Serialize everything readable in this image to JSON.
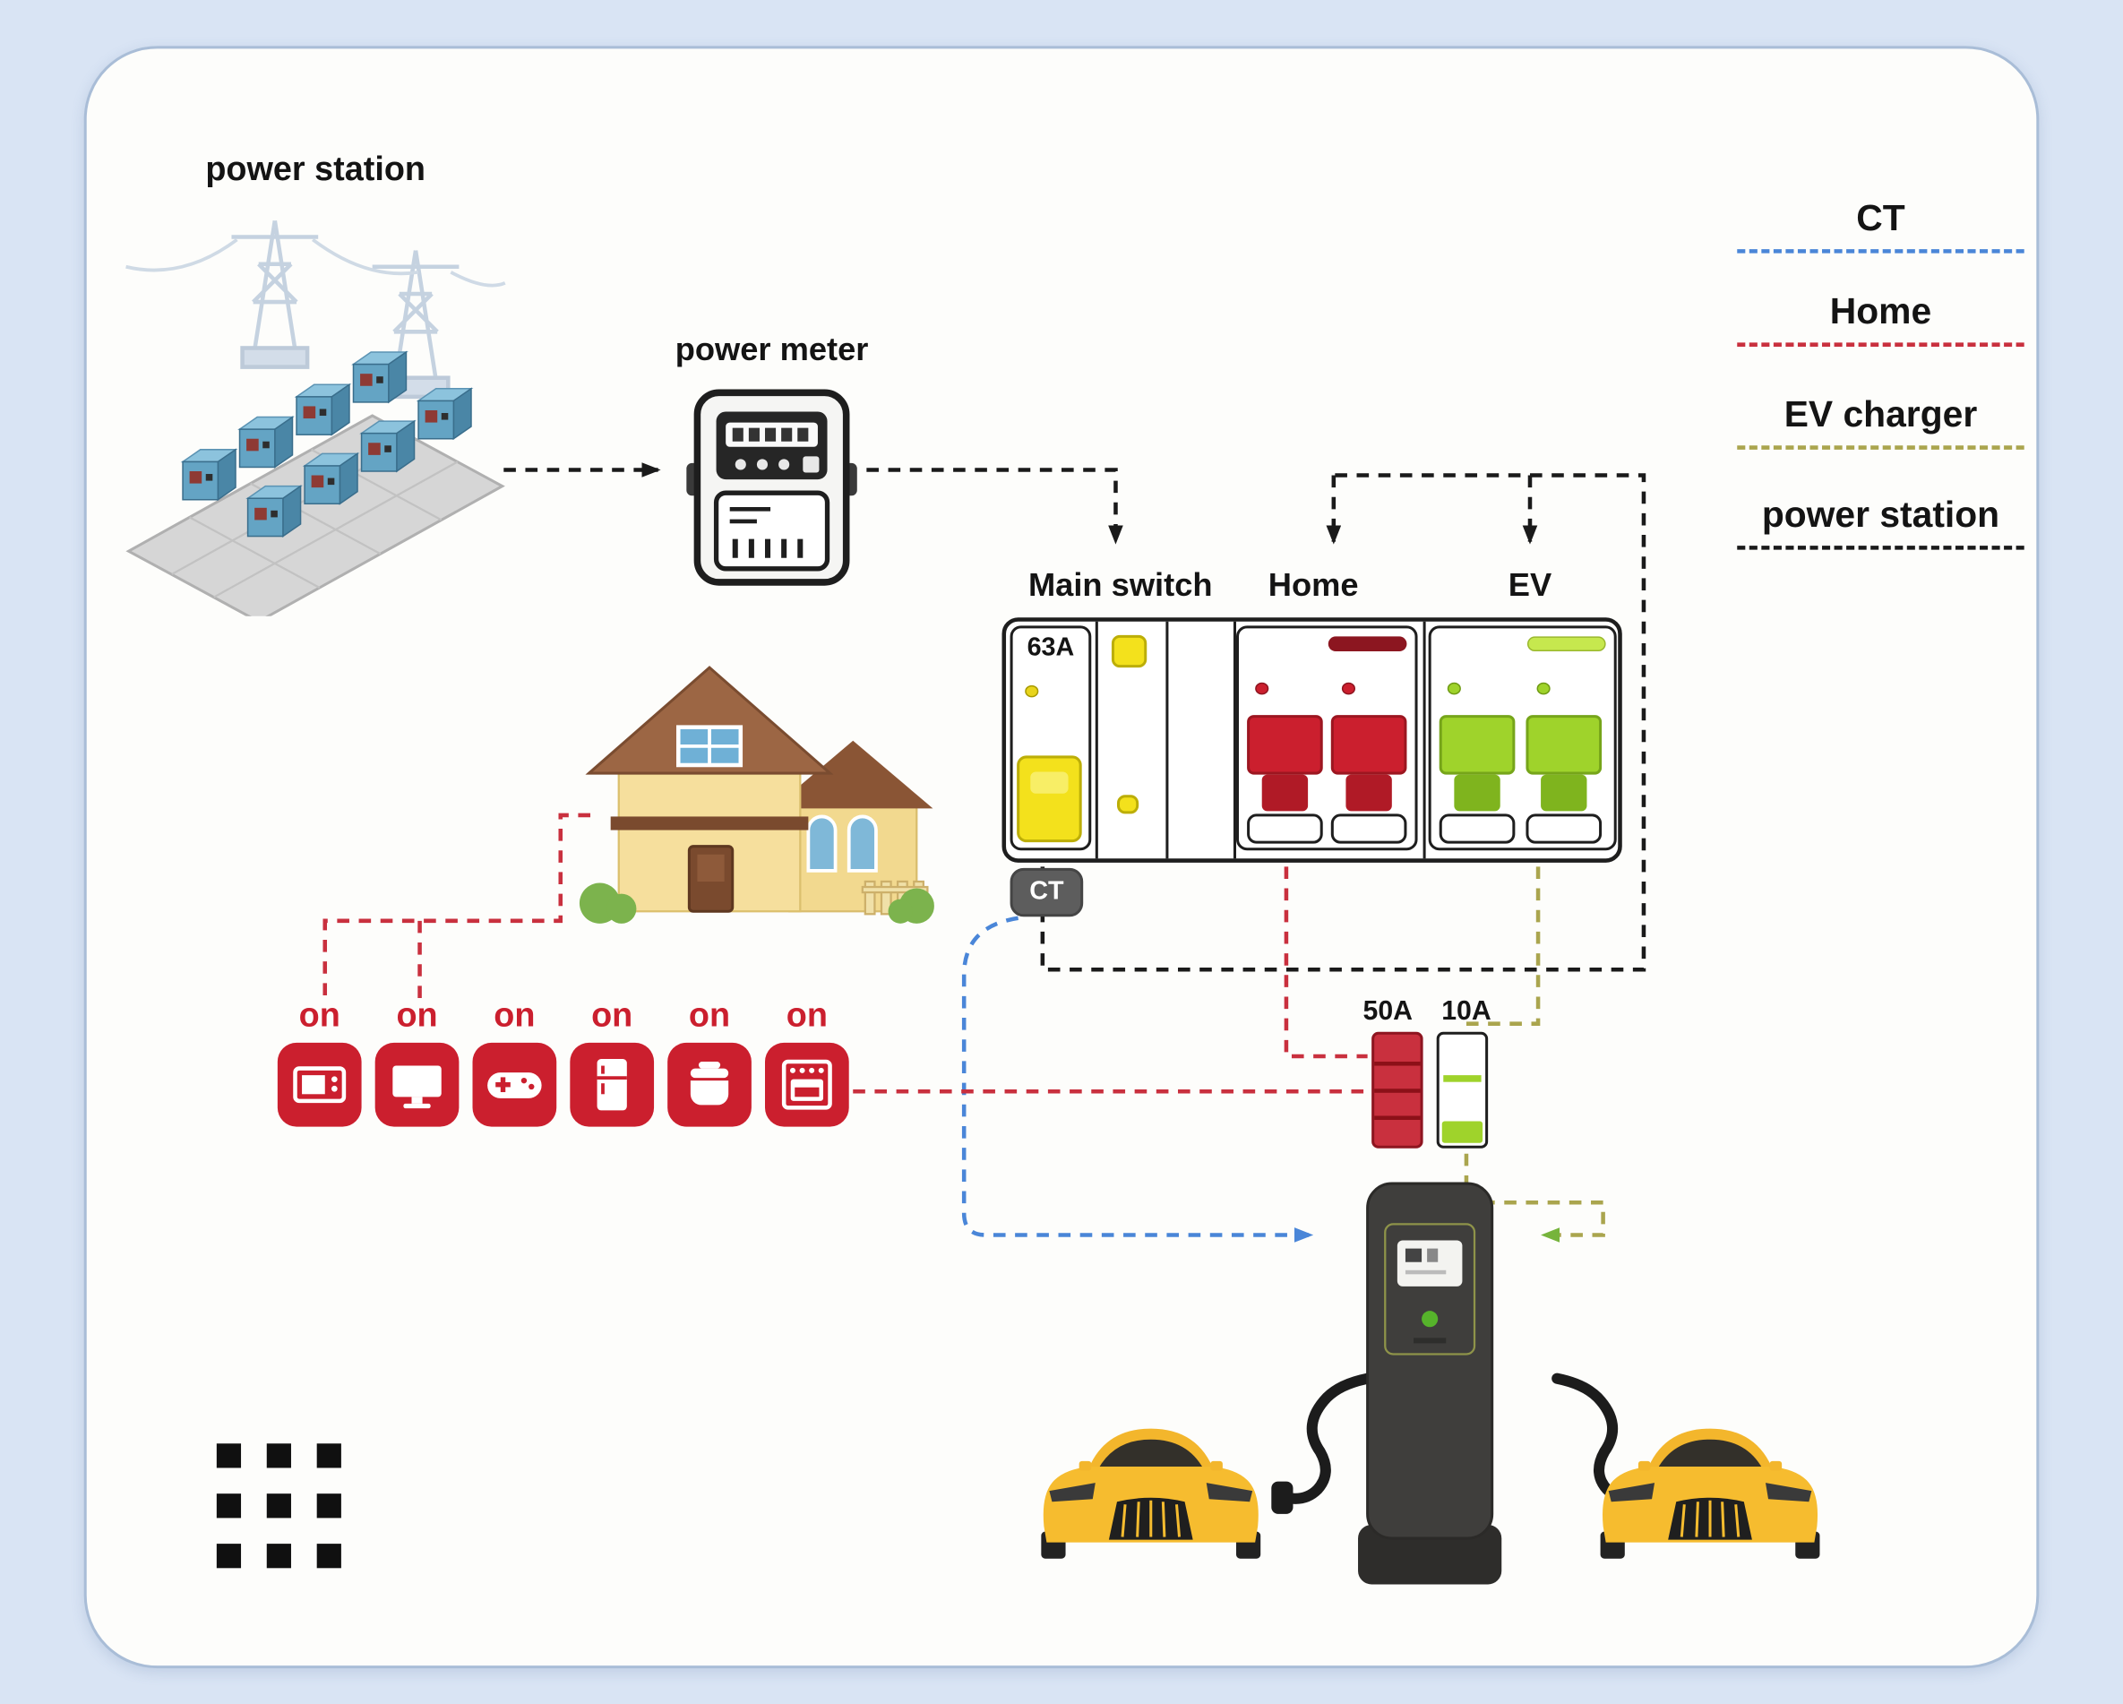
{
  "scene": {
    "bg": "#d9e4f4",
    "card_bg": "#fdfdfb",
    "card_border": "#a9bdd7"
  },
  "colors": {
    "ct": "#4a86d8",
    "home": "#c9303e",
    "ev_charger": "#aaa54e",
    "power_station": "#1a1a1a",
    "arrow_green": "#76b43c",
    "switch_yellow": "#f3e11c",
    "ev_green": "#9fd32b",
    "breaker_red": "#cb1f2e"
  },
  "labels": {
    "power_station": "power station",
    "power_meter": "power meter",
    "main_switch": "Main switch",
    "home": "Home",
    "ev": "EV",
    "main_breaker_rating": "63A",
    "ct_badge": "CT",
    "home_breaker_rating": "50A",
    "ev_breaker_rating": "10A"
  },
  "legend": {
    "items": [
      {
        "id": "ct",
        "label": "CT",
        "color": "#4a86d8"
      },
      {
        "id": "home",
        "label": "Home",
        "color": "#c9303e"
      },
      {
        "id": "ev-charger",
        "label": "EV charger",
        "color": "#aaa54e"
      },
      {
        "id": "power-station",
        "label": "power station",
        "color": "#1a1a1a"
      }
    ]
  },
  "appliances": {
    "items": [
      {
        "icon": "microwave-icon",
        "status": "on"
      },
      {
        "icon": "tv-icon",
        "status": "on"
      },
      {
        "icon": "game-controller-icon",
        "status": "on"
      },
      {
        "icon": "refrigerator-icon",
        "status": "on"
      },
      {
        "icon": "rice-cooker-icon",
        "status": "on"
      },
      {
        "icon": "oven-icon",
        "status": "on"
      }
    ]
  }
}
